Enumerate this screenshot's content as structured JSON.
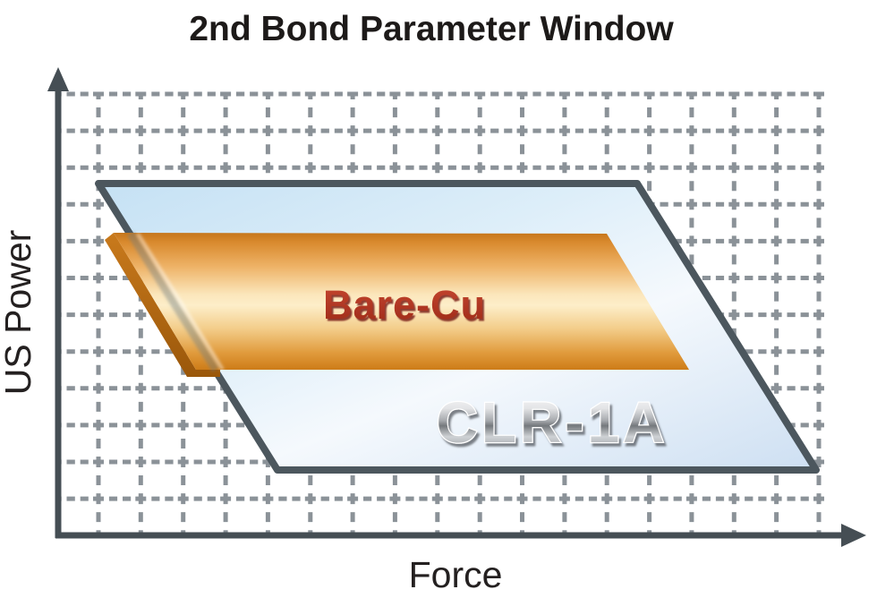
{
  "title": "2nd Bond Parameter Window",
  "axes": {
    "x_label": "Force",
    "y_label": "US Power"
  },
  "regions": {
    "clr1a": {
      "label": "CLR-1A",
      "fill_light_blue": "#d9eaf7",
      "border_color": "#4c575e"
    },
    "bare_cu": {
      "label": "Bare-Cu",
      "fill_orange": "#eeb368",
      "label_color": "#b03524"
    }
  },
  "colors": {
    "axis": "#454e54",
    "grid_dash": "#8b9298",
    "title_text": "#1d1a19"
  }
}
